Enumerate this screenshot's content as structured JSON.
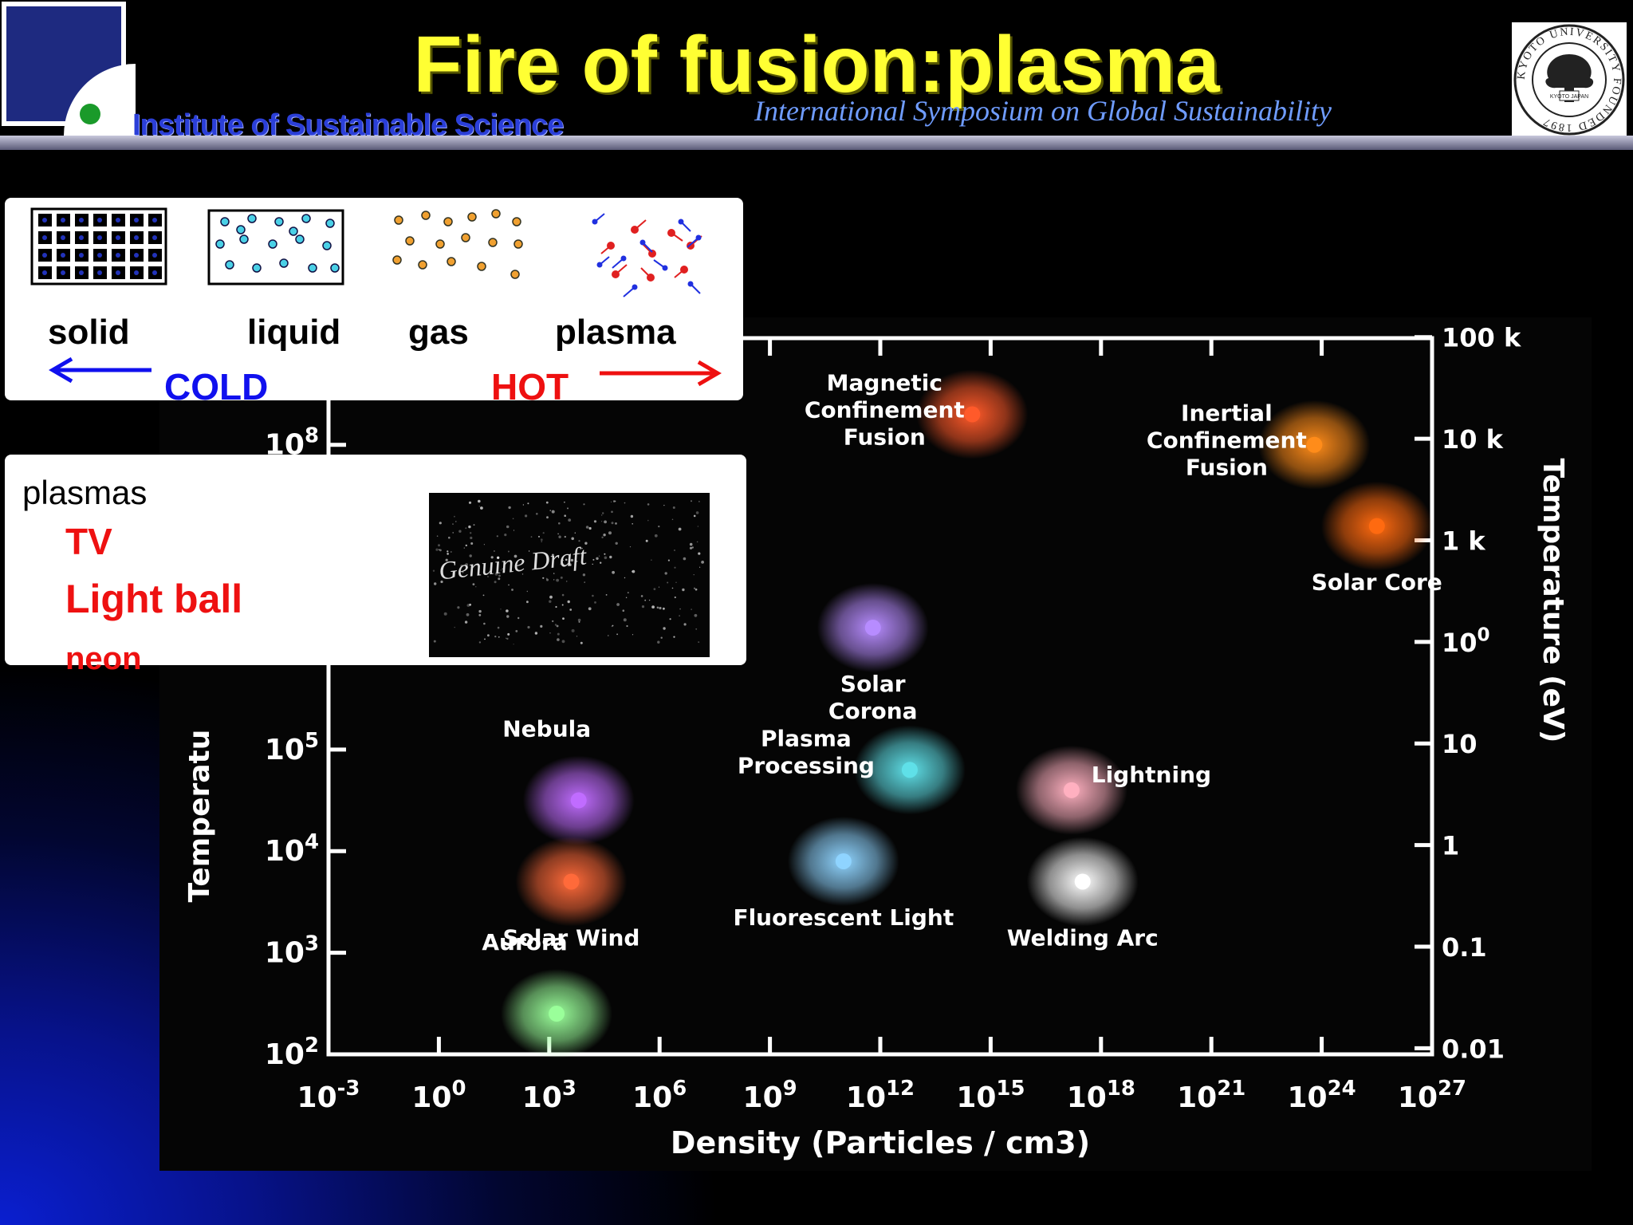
{
  "header": {
    "title": "Fire of fusion:plasma",
    "institute": "Institute of Sustainable Science",
    "symposium": "International Symposium on Global Sustainability",
    "seal_text": "KYOTO UNIVERSITY FOUNDED 1897",
    "seal_center": "KYOTO JAPAN"
  },
  "states": {
    "items": [
      {
        "label": "solid"
      },
      {
        "label": "liquid"
      },
      {
        "label": "gas"
      },
      {
        "label": "plasma"
      }
    ],
    "cold_label": "COLD",
    "hot_label": "HOT",
    "cold_color": "#1010ee",
    "hot_color": "#ee1010"
  },
  "examples": {
    "title": "plasmas",
    "items": [
      "TV",
      "Light ball",
      "neon"
    ],
    "photo_caption": "Genuine Draft",
    "item_color": "#ee1111"
  },
  "chart_data": {
    "type": "scatter",
    "xlabel": "Density (Particles / cm3)",
    "ylabel_left": "Temperatu",
    "ylabel_right": "Temperature (eV)",
    "x_scale": "log",
    "y_scale": "log",
    "xlim_exp": [
      -3,
      27
    ],
    "ylim_left_exp": [
      2,
      9
    ],
    "x_ticks": [
      "10-3",
      "100",
      "103",
      "106",
      "109",
      "1012",
      "1015",
      "1018",
      "1021",
      "1024",
      "1027"
    ],
    "x_tick_exp": [
      -3,
      0,
      3,
      6,
      9,
      12,
      15,
      18,
      21,
      24,
      27
    ],
    "y_ticks_left": [
      "102",
      "103",
      "104",
      "105",
      "108"
    ],
    "y_ticks_left_exp": [
      2,
      3,
      4,
      5,
      8
    ],
    "y_ticks_right": [
      "0.01",
      "0.1",
      "1",
      "10",
      "100",
      "1 k",
      "10 k",
      "100 k"
    ],
    "y_ticks_right_exp_K": [
      2.06,
      3.06,
      4.06,
      5.06,
      6.06,
      7.06,
      8.06,
      9.06
    ],
    "points": [
      {
        "name": "Magnetic Confinement Fusion",
        "lines": [
          "Magnetic",
          "Confinement",
          "Fusion"
        ],
        "x_exp": 14.5,
        "y_exp": 8.3,
        "color": "#ff5a2a"
      },
      {
        "name": "Inertial Confinement Fusion",
        "lines": [
          "Inertial",
          "Confinement",
          "Fusion"
        ],
        "x_exp": 23.8,
        "y_exp": 8.0,
        "color": "#ff8c1a"
      },
      {
        "name": "Solar Core",
        "lines": [
          "Solar Core"
        ],
        "x_exp": 25.5,
        "y_exp": 7.2,
        "color": "#ff6a10"
      },
      {
        "name": "Solar Corona",
        "lines": [
          "Solar",
          "Corona"
        ],
        "x_exp": 11.8,
        "y_exp": 6.2,
        "color": "#b78cff"
      },
      {
        "name": "Plasma Processing",
        "lines": [
          "Plasma",
          "Processing"
        ],
        "x_exp": 12.8,
        "y_exp": 4.8,
        "color": "#5fe0e8"
      },
      {
        "name": "Lightning",
        "lines": [
          "Lightning"
        ],
        "x_exp": 17.2,
        "y_exp": 4.6,
        "color": "#ffb0c0"
      },
      {
        "name": "Fluorescent Light",
        "lines": [
          "Fluorescent Light"
        ],
        "x_exp": 11.0,
        "y_exp": 3.9,
        "color": "#8fd4ff"
      },
      {
        "name": "Welding Arc",
        "lines": [
          "Welding Arc"
        ],
        "x_exp": 17.5,
        "y_exp": 3.7,
        "color": "#ffffff"
      },
      {
        "name": "Nebula",
        "lines": [
          "Nebula"
        ],
        "x_exp": 3.8,
        "y_exp": 4.5,
        "color": "#c06cff"
      },
      {
        "name": "Solar Wind",
        "lines": [
          "Solar Wind"
        ],
        "x_exp": 3.6,
        "y_exp": 3.7,
        "color": "#ff6a3a"
      },
      {
        "name": "Aurora",
        "lines": [
          "Aurora"
        ],
        "x_exp": 3.2,
        "y_exp": 2.4,
        "color": "#9aff9a"
      }
    ]
  }
}
